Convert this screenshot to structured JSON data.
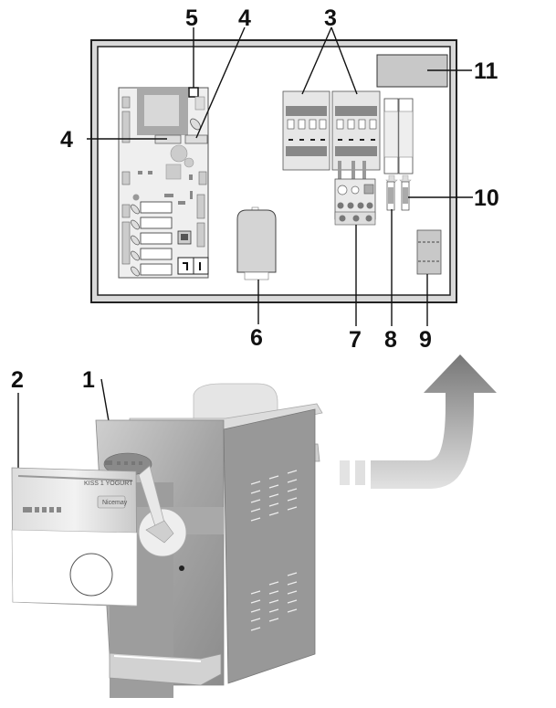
{
  "diagram": {
    "title": "Electrical panel component layout",
    "callouts": [
      {
        "id": "1",
        "text": "1",
        "target": "control-panel"
      },
      {
        "id": "2",
        "text": "2",
        "target": "front-cover-panel"
      },
      {
        "id": "3",
        "text": "3",
        "target": "contactors"
      },
      {
        "id": "4a",
        "text": "4",
        "target": "pcb-fuse-left"
      },
      {
        "id": "4b",
        "text": "4",
        "target": "pcb-fuse-right"
      },
      {
        "id": "5",
        "text": "5",
        "target": "pcb-component"
      },
      {
        "id": "6",
        "text": "6",
        "target": "capacitor"
      },
      {
        "id": "7",
        "text": "7",
        "target": "thermal-overload-relay"
      },
      {
        "id": "8",
        "text": "8",
        "target": "fuse-1"
      },
      {
        "id": "9",
        "text": "9",
        "target": "terminal-block"
      },
      {
        "id": "10",
        "text": "10",
        "target": "fuse-2"
      },
      {
        "id": "11",
        "text": "11",
        "target": "nameplate"
      }
    ],
    "machine": {
      "model_label": "KISS 1 YOGURT",
      "brand_label": "Nicemay"
    },
    "colors": {
      "outline": "#222222",
      "panel_fill": "#d9d9d9",
      "component_fill": "#c8c8c8",
      "machine_body": "#9a9a9a",
      "arrow_top": "#7a7a7a",
      "arrow_bottom": "#e0e0e0"
    }
  }
}
